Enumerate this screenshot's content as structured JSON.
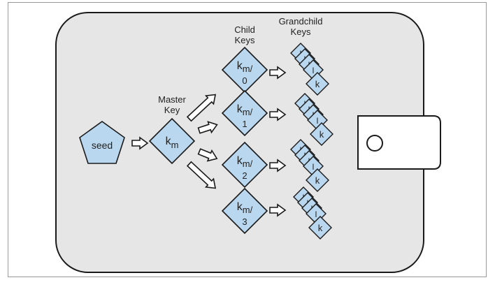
{
  "colors": {
    "frame_stroke": "#9a9a9a",
    "wallet_fill": "#e6e6e6",
    "wallet_stroke": "#1a1a1a",
    "key_fill": "#b9d7ee",
    "key_stroke": "#1a1a1a",
    "arrow_fill": "#ffffff",
    "arrow_stroke": "#1a1a1a"
  },
  "seed": {
    "label": "seed",
    "icon": "pentagon-icon"
  },
  "master": {
    "heading_line1": "Master",
    "heading_line2": "Key",
    "base": "k",
    "sub": "m"
  },
  "children_heading": {
    "line1": "Child",
    "line2": "Keys"
  },
  "children": [
    {
      "base": "k",
      "sub": "m/",
      "index": "0"
    },
    {
      "base": "k",
      "sub": "m/",
      "index": "1"
    },
    {
      "base": "k",
      "sub": "m/",
      "index": "2"
    },
    {
      "base": "k",
      "sub": "m/",
      "index": "3"
    }
  ],
  "grandchild_heading": {
    "line1": "Grandchild",
    "line2": "Keys"
  },
  "grandchild_label": "k",
  "grandchild_partial": "l",
  "wallet_clasp": {
    "icon": "clasp-button-icon"
  }
}
